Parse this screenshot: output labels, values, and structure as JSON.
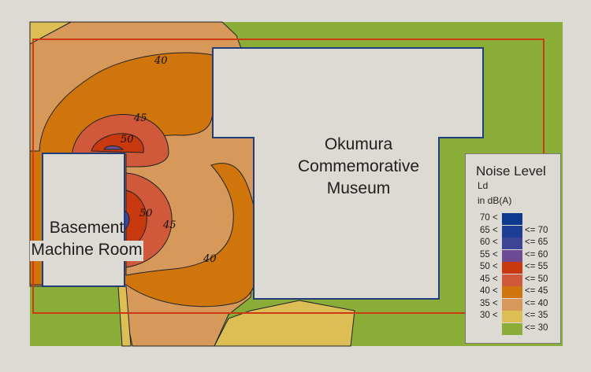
{
  "buildings": {
    "museum": "Okumura Commemorative Museum",
    "museum_lines": [
      "Okumura",
      "Commemorative",
      "Museum"
    ],
    "basement_lines": [
      "Basement",
      "Machine Room"
    ]
  },
  "contours": [
    {
      "label": "40",
      "value": 40
    },
    {
      "label": "45",
      "value": 45
    },
    {
      "label": "50",
      "value": 50
    },
    {
      "label": "50",
      "value": 50
    },
    {
      "label": "45",
      "value": 45
    },
    {
      "label": "40",
      "value": 40
    }
  ],
  "legend": {
    "title": "Noise Level",
    "subtitle": "Ld",
    "unit": "in dB(A)",
    "rows": [
      {
        "lo": "70 <",
        "hi": "",
        "color": "#0b3a8e"
      },
      {
        "lo": "65 <",
        "hi": "<= 70",
        "color": "#1c3f93"
      },
      {
        "lo": "60 <",
        "hi": "<= 65",
        "color": "#3c4596"
      },
      {
        "lo": "55 <",
        "hi": "<= 60",
        "color": "#6d4b94"
      },
      {
        "lo": "50 <",
        "hi": "<= 55",
        "color": "#c8390f"
      },
      {
        "lo": "45 <",
        "hi": "<= 50",
        "color": "#cf593a"
      },
      {
        "lo": "40 <",
        "hi": "<= 45",
        "color": "#d0750c"
      },
      {
        "lo": "35 <",
        "hi": "<= 40",
        "color": "#d6995a"
      },
      {
        "lo": "30 <",
        "hi": "<= 35",
        "color": "#dcbe55"
      },
      {
        "lo": "",
        "hi": "<= 30",
        "color": "#8aad38"
      }
    ]
  }
}
